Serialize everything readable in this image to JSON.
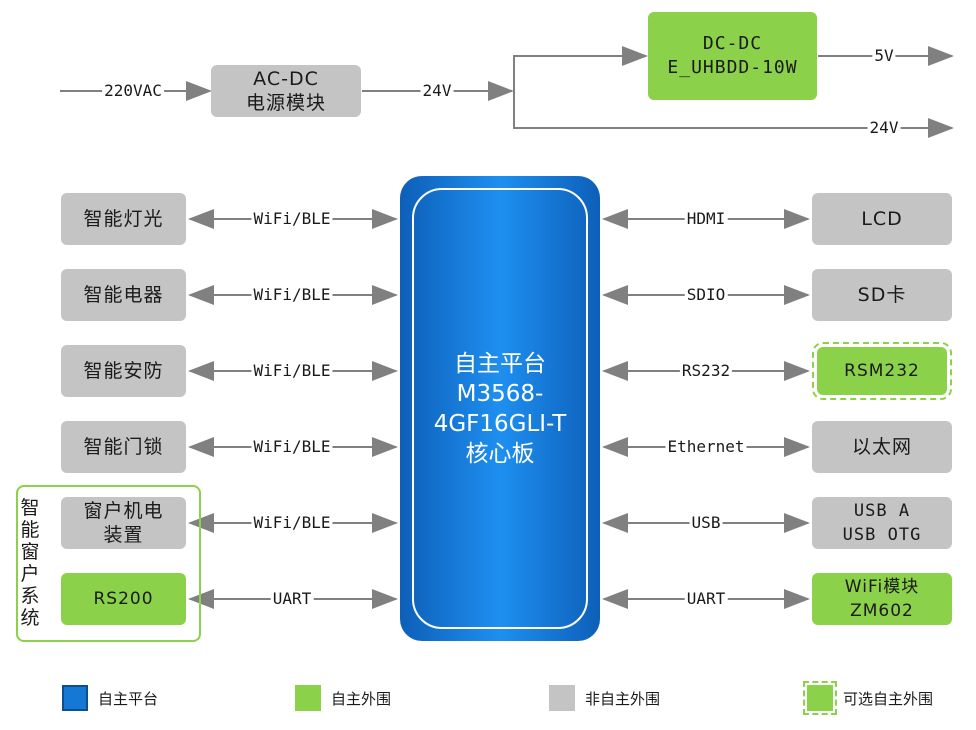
{
  "power": {
    "input_label": "220VAC",
    "acdc": [
      "AC-DC",
      "电源模块"
    ],
    "mid_label": "24V",
    "dcdc": [
      "DC-DC",
      "E_UHBDD-10W"
    ],
    "out5_label": "5V",
    "out24_label": "24V"
  },
  "core": [
    "自主平台",
    "M3568-",
    "4GF16GLI-T",
    "核心板"
  ],
  "left": [
    {
      "name": "智能灯光",
      "link": "WiFi/BLE"
    },
    {
      "name": "智能电器",
      "link": "WiFi/BLE"
    },
    {
      "name": "智能安防",
      "link": "WiFi/BLE"
    },
    {
      "name": "智能门锁",
      "link": "WiFi/BLE"
    },
    {
      "name": [
        "窗户机电",
        "装置"
      ],
      "link": "WiFi/BLE"
    },
    {
      "name": "RS200",
      "link": "UART"
    }
  ],
  "window_group_label": "智能窗户系统",
  "right": [
    {
      "name": "LCD",
      "link": "HDMI"
    },
    {
      "name": "SD卡",
      "link": "SDIO"
    },
    {
      "name": "RSM232",
      "link": "RS232"
    },
    {
      "name": "以太网",
      "link": "Ethernet"
    },
    {
      "name": [
        "USB A",
        "USB OTG"
      ],
      "link": "USB"
    },
    {
      "name": [
        "WiFi模块",
        "ZM602"
      ],
      "link": "UART"
    }
  ],
  "legend": [
    {
      "label": "自主平台",
      "color": "#1478d4"
    },
    {
      "label": "自主外围",
      "color": "#8cd14a"
    },
    {
      "label": "非自主外围",
      "color": "#c4c4c4"
    },
    {
      "label": "可选自主外围",
      "color": "#8cd14a"
    }
  ],
  "colors": {
    "arrow": "#808080",
    "core": "#1478d4",
    "green": "#8cd14a",
    "gray": "#c4c4c4"
  }
}
